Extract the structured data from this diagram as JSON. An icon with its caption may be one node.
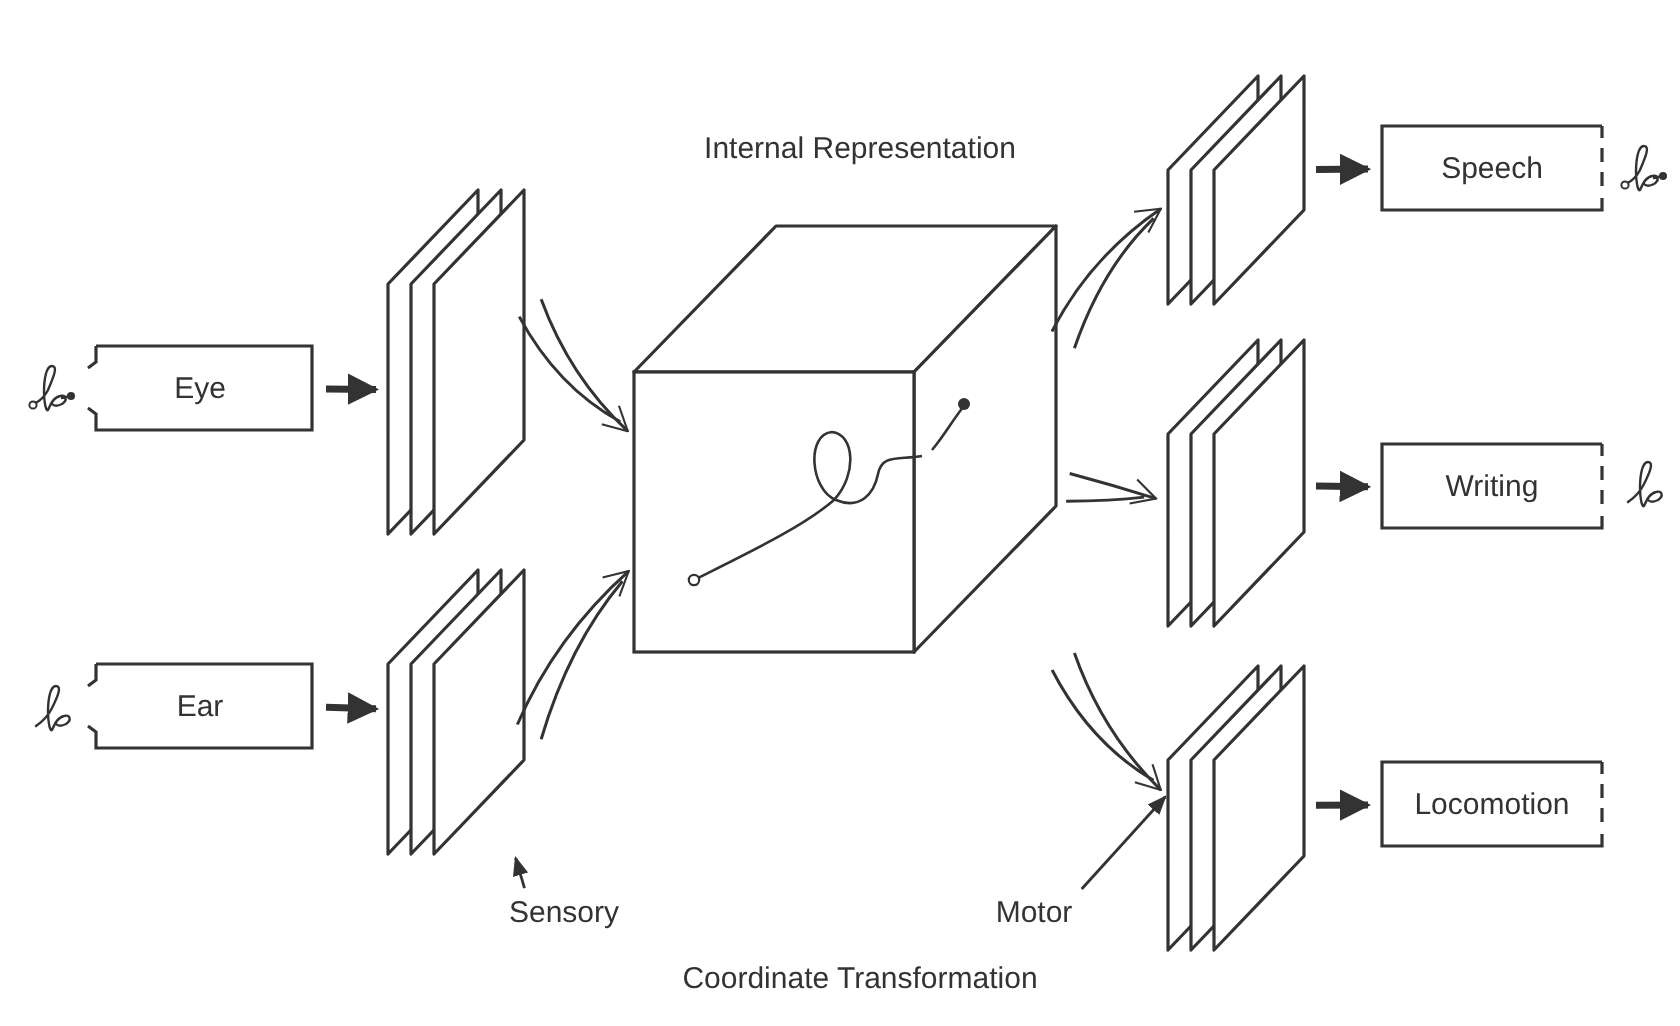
{
  "diagram": {
    "nodes": [
      {
        "text": [
          "Eye"
        ]
      },
      {
        "text": [
          "Ear"
        ]
      },
      {
        "text": [],
        "shape": "stack"
      },
      {
        "text": [],
        "shape": "stack"
      },
      {
        "text": [],
        "shape": "cube"
      },
      {
        "text": [],
        "shape": "stack"
      },
      {
        "text": [],
        "shape": "stack"
      },
      {
        "text": [],
        "shape": "stack"
      },
      {
        "text": [
          "Speech"
        ]
      },
      {
        "text": [
          "Writing"
        ]
      },
      {
        "text": [
          "Locomotion"
        ]
      },
      {
        "text": [
          "Sensory"
        ]
      },
      {
        "text": [
          "Motor"
        ]
      }
    ],
    "edges": [
      {
        "from": 0,
        "to": 2,
        "arrow": "to",
        "style": "thick"
      },
      {
        "from": 1,
        "to": 3,
        "arrow": "to",
        "style": "thick"
      },
      {
        "from": 2,
        "to": 4,
        "arrow": "to"
      },
      {
        "from": 3,
        "to": 4,
        "arrow": "to"
      },
      {
        "from": 4,
        "to": 5,
        "arrow": "to"
      },
      {
        "from": 4,
        "to": 6,
        "arrow": "to"
      },
      {
        "from": 4,
        "to": 7,
        "arrow": "to"
      },
      {
        "from": 5,
        "to": 8,
        "arrow": "to",
        "style": "thick"
      },
      {
        "from": 6,
        "to": 9,
        "arrow": "to",
        "style": "thick"
      },
      {
        "from": 7,
        "to": 10,
        "arrow": "to",
        "style": "thick"
      },
      {
        "from": 11,
        "to": 3,
        "arrow": "to"
      },
      {
        "from": 12,
        "to": 7,
        "arrow": "to"
      }
    ],
    "labels": [
      "Internal Representation",
      "Coordinate Transformation"
    ]
  }
}
